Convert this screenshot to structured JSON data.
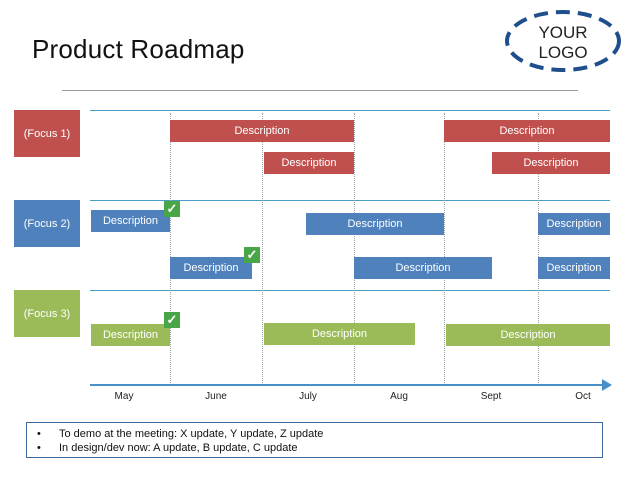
{
  "title": "Product Roadmap",
  "logo": {
    "line1": "YOUR",
    "line2": "LOGO"
  },
  "colors": {
    "red": "#c0504d",
    "blue": "#4f81bd",
    "green": "#9bbb59",
    "axis": "#4a90c8",
    "check": "#48a548"
  },
  "focus": [
    {
      "label": "(Focus 1)",
      "color": "red"
    },
    {
      "label": "(Focus 2)",
      "color": "blue"
    },
    {
      "label": "(Focus 3)",
      "color": "green"
    }
  ],
  "bars": [
    {
      "label": "Description",
      "color": "red"
    },
    {
      "label": "Description",
      "color": "red"
    },
    {
      "label": "Description",
      "color": "red"
    },
    {
      "label": "Description",
      "color": "red"
    },
    {
      "label": "Description",
      "color": "blue"
    },
    {
      "label": "Description",
      "color": "blue"
    },
    {
      "label": "Description",
      "color": "blue"
    },
    {
      "label": "Description",
      "color": "blue"
    },
    {
      "label": "Description",
      "color": "blue"
    },
    {
      "label": "Description",
      "color": "blue"
    },
    {
      "label": "Description",
      "color": "green"
    },
    {
      "label": "Description",
      "color": "green"
    },
    {
      "label": "Description",
      "color": "green"
    }
  ],
  "check_icon": "checkmark-icon",
  "months": [
    "May",
    "June",
    "July",
    "Aug",
    "Sept",
    "Oct"
  ],
  "notes": [
    {
      "bullet": "•",
      "text": "To demo at the meeting: X update, Y update, Z update"
    },
    {
      "bullet": "•",
      "text": "In design/dev now: A update, B update, C update"
    }
  ]
}
